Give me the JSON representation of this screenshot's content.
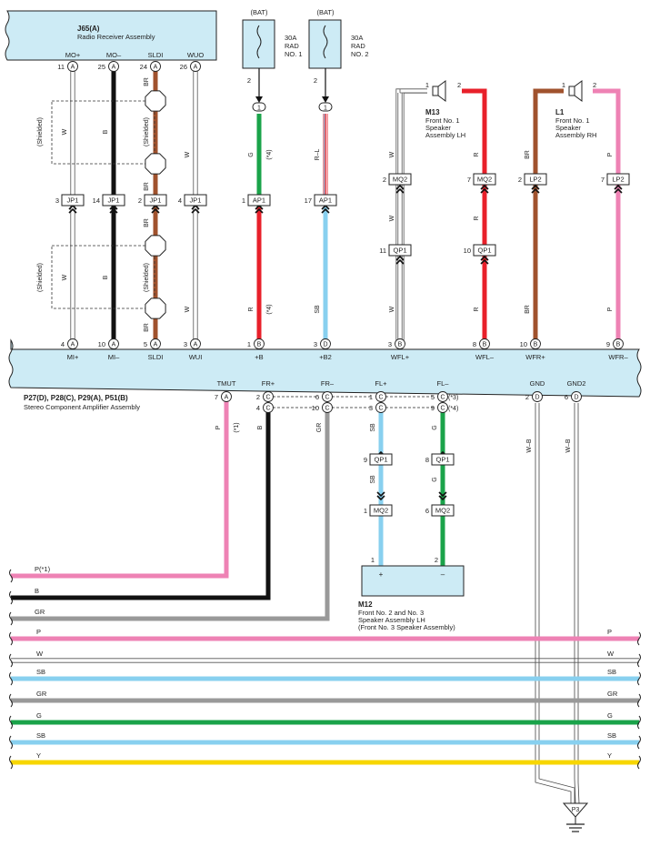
{
  "colors": {
    "box_fill": "#cdebf5",
    "brown": "#a0522d",
    "green": "#1aa34a",
    "red": "#e8202a",
    "blue": "#88d0ef",
    "pink": "#ee82b4",
    "gray": "#999999",
    "yellow": "#f7d600",
    "black": "#111111"
  },
  "radio": {
    "code": "J65(A)",
    "name": "Radio Receiver Assembly",
    "pins": [
      {
        "name": "MO+",
        "num": "11",
        "conn": "A"
      },
      {
        "name": "MO–",
        "num": "25",
        "conn": "A"
      },
      {
        "name": "SLDI",
        "num": "24",
        "conn": "A"
      },
      {
        "name": "WUO",
        "num": "26",
        "conn": "A"
      }
    ]
  },
  "amp": {
    "codes": "P27(D), P28(C), P29(A), P51(B)",
    "name": "Stereo Component Amplifier Assembly",
    "top_pins": [
      {
        "name": "MI+",
        "num": "4",
        "conn": "A"
      },
      {
        "name": "MI–",
        "num": "10",
        "conn": "A"
      },
      {
        "name": "SLDI",
        "num": "5",
        "conn": "A"
      },
      {
        "name": "WUI",
        "num": "3",
        "conn": "A"
      },
      {
        "name": "+B",
        "num": "1",
        "conn": "B"
      },
      {
        "name": "+B2",
        "num": "3",
        "conn": "D"
      },
      {
        "name": "WFL+",
        "num": "3",
        "conn": "B"
      },
      {
        "name": "WFL–",
        "num": "8",
        "conn": "B"
      },
      {
        "name": "WFR+",
        "num": "10",
        "conn": "B"
      },
      {
        "name": "WFR–",
        "num": "9",
        "conn": "B"
      }
    ],
    "bottom_pins": [
      {
        "name": "TMUT",
        "num": "7",
        "conn": "A"
      },
      {
        "name": "FR+",
        "num": "2",
        "conn": "C",
        "num2": "4"
      },
      {
        "name": "FR–",
        "num": "6",
        "conn": "C",
        "num2": "10"
      },
      {
        "name": "FL+",
        "num": "1",
        "conn": "C",
        "num2": "3"
      },
      {
        "name": "FL–",
        "num": "5",
        "conn": "C",
        "num2": "9"
      },
      {
        "name": "GND",
        "num": "2",
        "conn": "D"
      },
      {
        "name": "GND2",
        "num": "6",
        "conn": "D"
      }
    ],
    "fl_notes": [
      "(*3)",
      "(*4)"
    ]
  },
  "fuses": [
    {
      "source": "(BAT)",
      "lines": [
        "30A",
        "RAD",
        "NO. 1"
      ],
      "pin": "2"
    },
    {
      "source": "(BAT)",
      "lines": [
        "30A",
        "RAD",
        "NO. 2"
      ],
      "pin": "2"
    }
  ],
  "junction_labels": {
    "jp1": "JP1",
    "ap1": "AP1",
    "mq2": "MQ2",
    "qp1": "QP1",
    "lp2": "LP2"
  },
  "jp1_pins": [
    "3",
    "14",
    "2",
    "4"
  ],
  "ap1_pins": [
    "1",
    "17"
  ],
  "bat_pins": [
    "1",
    "1"
  ],
  "shielded": "(Shielded)",
  "wire_labels": {
    "w": "W",
    "b": "B",
    "br": "BR",
    "g": "G",
    "r": "R",
    "rl": "R–L",
    "sb": "SB",
    "p": "P",
    "gr": "GR",
    "wb": "W–B",
    "star4": "(*4)",
    "star1": "(*1)",
    "p_star1": "P(*1)"
  },
  "speaker_lh": {
    "code": "M13",
    "lines": [
      "Front No. 1",
      "Speaker",
      "Assembly LH"
    ],
    "pins": [
      "1",
      "2"
    ]
  },
  "speaker_rh": {
    "code": "L1",
    "lines": [
      "Front No. 1",
      "Speaker",
      "Assembly RH"
    ],
    "pins": [
      "1",
      "2"
    ]
  },
  "wfl_pins": {
    "mq2": [
      "2",
      "7"
    ],
    "qp1": [
      "11",
      "10"
    ]
  },
  "wfr_pins": {
    "lp2": [
      "2",
      "7"
    ]
  },
  "fl_pins": {
    "qp1": [
      "9",
      "8"
    ],
    "mq2": [
      "1",
      "6"
    ]
  },
  "m12": {
    "code": "M12",
    "lines": [
      "Front No. 2 and No. 3",
      "Speaker Assembly LH",
      "(Front No. 3 Speaker Assembly)"
    ],
    "pins": [
      "1",
      "2"
    ],
    "plus": "+",
    "minus": "–"
  },
  "bus": [
    {
      "label": "P",
      "color": "#ee82b4",
      "labels": [
        "P",
        "P"
      ]
    },
    {
      "label": "W",
      "color": "#ffffff",
      "labels": [
        "W",
        "W"
      ]
    },
    {
      "label": "SB",
      "color": "#88d0ef",
      "labels": [
        "SB",
        "SB"
      ]
    },
    {
      "label": "GR",
      "color": "#999999",
      "labels": [
        "GR",
        "GR"
      ]
    },
    {
      "label": "G",
      "color": "#1aa34a",
      "labels": [
        "G",
        "G"
      ]
    },
    {
      "label": "SB",
      "color": "#88d0ef",
      "labels": [
        "SB",
        "SB"
      ]
    },
    {
      "label": "Y",
      "color": "#f7d600",
      "labels": [
        "Y",
        "Y"
      ]
    }
  ],
  "left_wires": [
    "P(*1)",
    "B",
    "GR"
  ],
  "ground": "P3"
}
